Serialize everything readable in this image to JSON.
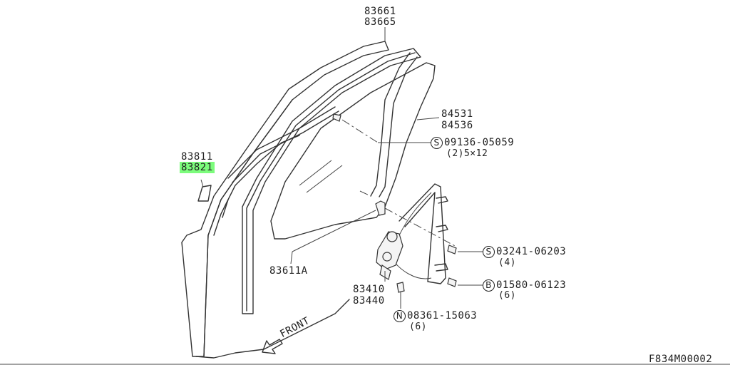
{
  "labels": {
    "p83661": "83661",
    "p83665": "83665",
    "p84531": "84531",
    "p84536": "84536",
    "p83811": "83811",
    "p83821": "83821",
    "p83611a": "83611A",
    "p83410": "83410",
    "p83440": "83440",
    "front": "FRONT",
    "fig_code": "F834M00002"
  },
  "callouts": {
    "screw1": {
      "symbol": "S",
      "part": "09136-05059",
      "qty": "(2)5×12"
    },
    "screw2": {
      "symbol": "S",
      "part": "03241-06203",
      "qty": "(4)"
    },
    "bolt": {
      "symbol": "B",
      "part": "01580-06123",
      "qty": "(6)"
    },
    "nut": {
      "symbol": "N",
      "part": "08361-15063",
      "qty": "(6)"
    }
  },
  "highlight_color": "#7CFC7C"
}
